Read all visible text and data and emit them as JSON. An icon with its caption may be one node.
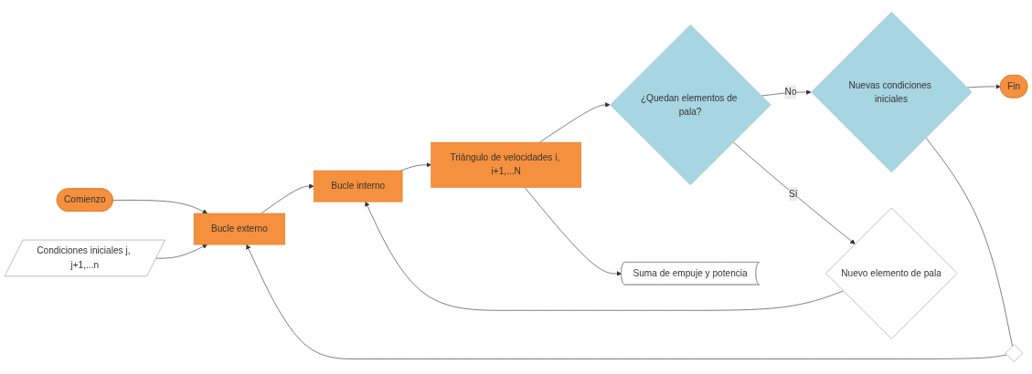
{
  "diagram": {
    "nodes": [
      {
        "text": [
          "Comienzo"
        ]
      },
      {
        "text": [
          "Condiciones iniciales j, j+1,...n"
        ]
      },
      {
        "text": [
          "Bucle externo"
        ]
      },
      {
        "text": [
          "Bucle interno"
        ]
      },
      {
        "text": [
          "Triángulo de velocidades i, i+1,...N"
        ]
      },
      {
        "text": [
          "¿Quedan elementos de pala?"
        ]
      },
      {
        "text": [
          "Nuevas condiciones iniciales"
        ]
      },
      {
        "text": [
          "Fin"
        ]
      },
      {
        "text": [
          "Nuevo elemento de pala"
        ]
      },
      {
        "text": [
          "Suma de empuje y potencia"
        ]
      },
      {
        "text": [],
        "shape": "diamond"
      }
    ],
    "edges": [
      {
        "from": 0,
        "to": 2,
        "arrow": "to"
      },
      {
        "from": 1,
        "to": 2,
        "arrow": "to"
      },
      {
        "from": 2,
        "to": 3,
        "arrow": "to"
      },
      {
        "from": 3,
        "to": 4,
        "arrow": "to"
      },
      {
        "from": 4,
        "to": 5,
        "arrow": "to"
      },
      {
        "from": 5,
        "to": 6,
        "label": "No",
        "arrow": "to"
      },
      {
        "from": 6,
        "to": 7,
        "arrow": "to"
      },
      {
        "from": 4,
        "to": 9,
        "arrow": "to"
      },
      {
        "from": 5,
        "to": 8,
        "label": "Sí",
        "arrow": "to"
      },
      {
        "from": 8,
        "to": 3,
        "arrow": "to"
      },
      {
        "from": 6,
        "to": 10,
        "arrow": "none"
      },
      {
        "from": 10,
        "to": 2,
        "arrow": "to"
      }
    ]
  }
}
